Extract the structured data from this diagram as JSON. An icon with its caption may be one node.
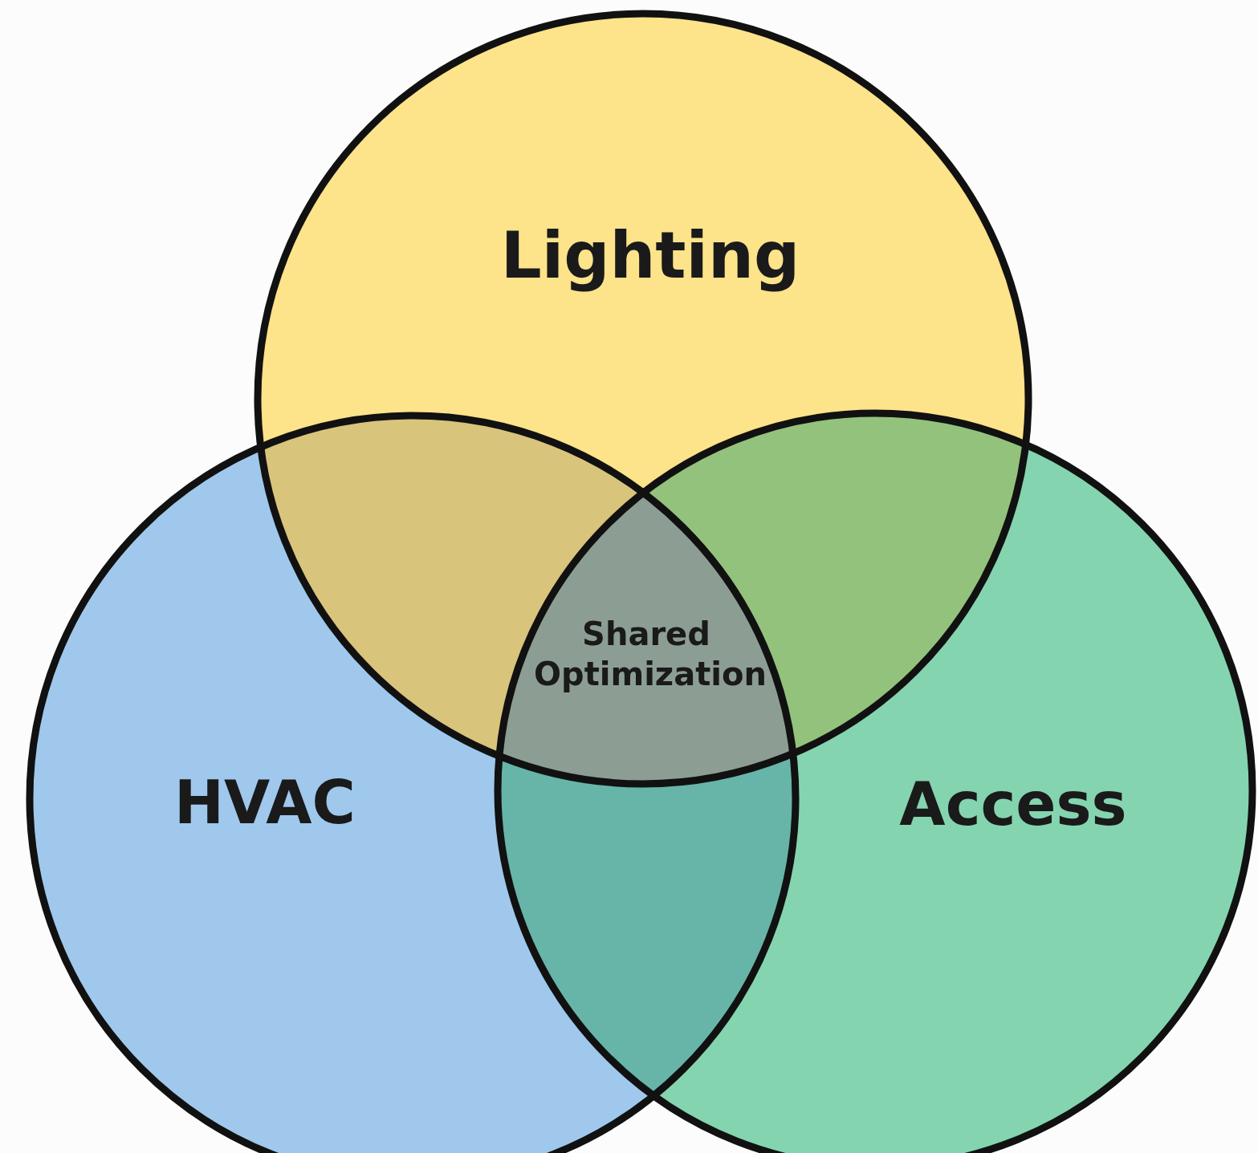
{
  "diagram": {
    "nodes": [
      {
        "text": [
          "Lighting"
        ]
      },
      {
        "text": [
          "HVAC"
        ]
      },
      {
        "text": [
          "Access"
        ]
      },
      {
        "text": [
          "Shared Optimization"
        ]
      }
    ]
  }
}
